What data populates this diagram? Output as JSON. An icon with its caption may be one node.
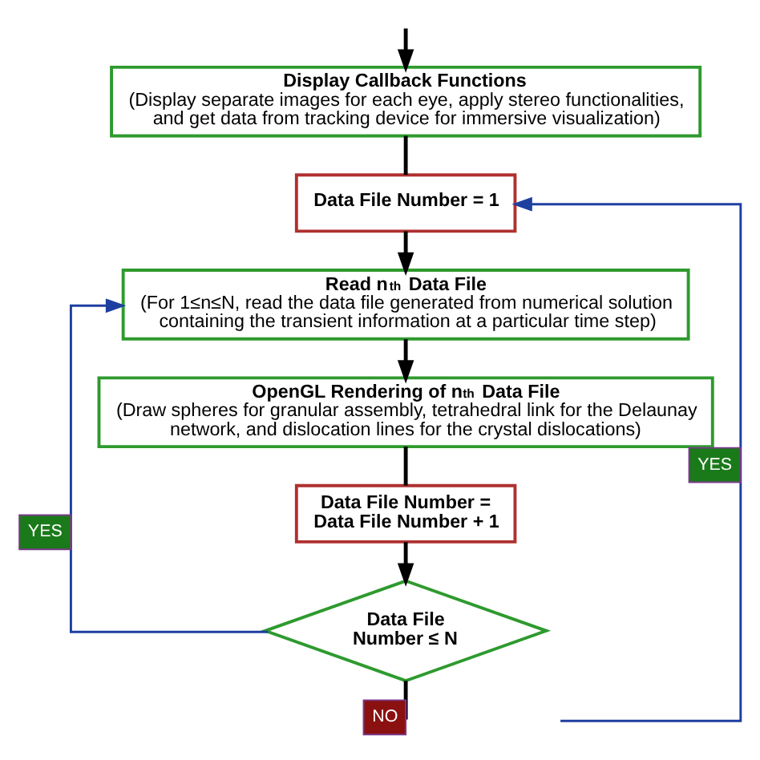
{
  "diagram": {
    "nodes": [
      {
        "text": [
          "Display Callback Functions",
          "(Display separate images for each eye, apply stereo functionalities, and get data from tracking device for immersive visualization)"
        ]
      },
      {
        "text": [
          "Data File Number = 1"
        ]
      },
      {
        "text": [
          "Read n$^{th}$ Data File",
          "(For 1≤n≤N, read the data file generated from numerical solution containing the transient information at a particular time step)"
        ]
      },
      {
        "text": [
          "OpenGL Rendering of n$^{th}$ Data File",
          "(Draw spheres for granular assembly, tetrahedral link for the Delaunay network, and dislocation lines for the crystal dislocations)"
        ]
      },
      {
        "text": [
          "Data File Number = Data File Number + 1"
        ]
      },
      {
        "text": [
          "Data File Number ≤ N"
        ]
      }
    ],
    "edges": [
      {
        "from": null,
        "to": 0,
        "arrow": "to"
      },
      {
        "from": 0,
        "to": 1,
        "arrow": "none"
      },
      {
        "from": 1,
        "to": 2,
        "arrow": "to"
      },
      {
        "from": 2,
        "to": 3,
        "arrow": "to"
      },
      {
        "from": 3,
        "to": 4,
        "arrow": "none"
      },
      {
        "from": 4,
        "to": 5,
        "arrow": "to"
      },
      {
        "from": 5,
        "to": 2,
        "arrow": "to",
        "label": "YES",
        "color": "#1f3fa0"
      },
      {
        "from": 5,
        "to": null,
        "arrow": "none",
        "label": "NO"
      },
      {
        "from": null,
        "to": 1,
        "arrow": "to",
        "label": "YES",
        "color": "#1f3fa0"
      }
    ]
  }
}
